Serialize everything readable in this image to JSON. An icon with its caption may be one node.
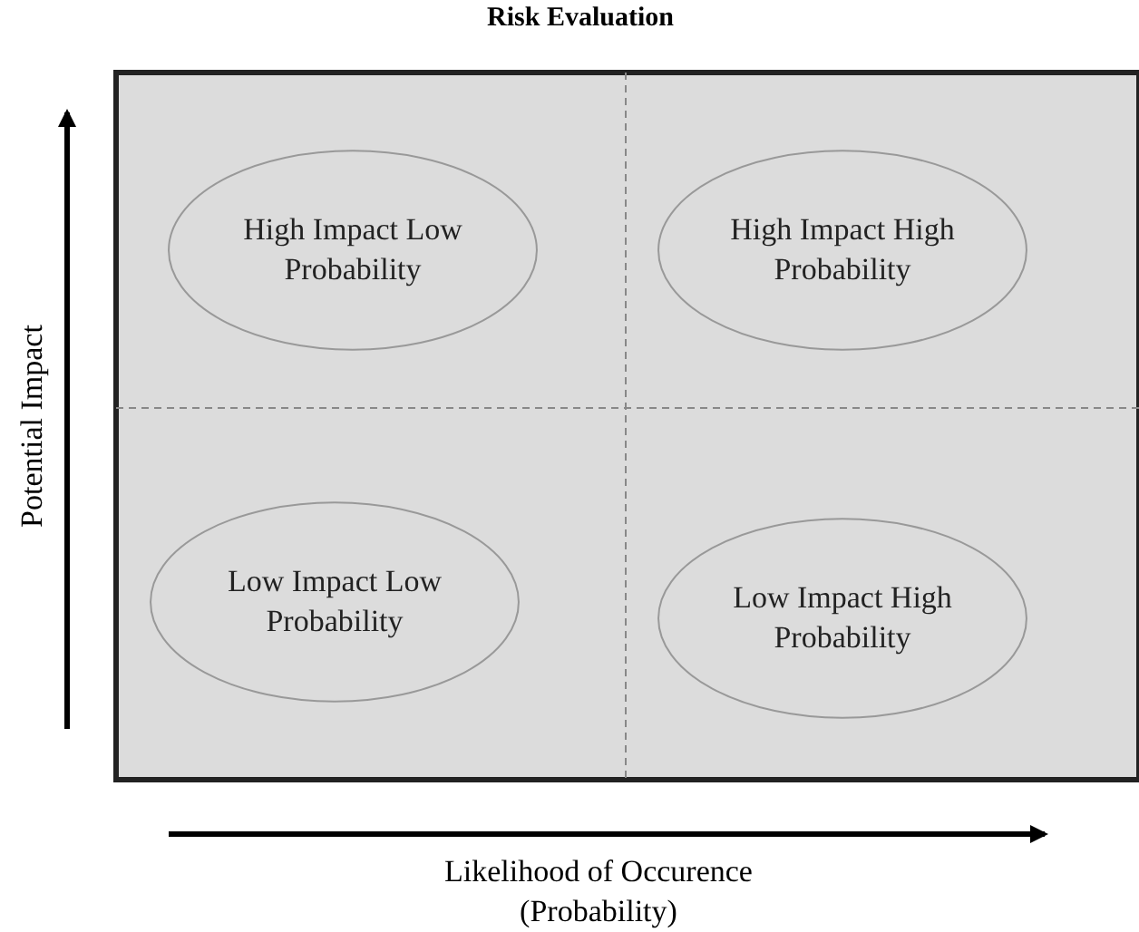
{
  "diagram": {
    "title": "Risk Evaluation",
    "nodes": [
      {
        "text": [
          "High Impact Low Probability"
        ]
      },
      {
        "text": [
          "High Impact High Probability"
        ]
      },
      {
        "text": [
          "Low Impact Low Probability"
        ]
      },
      {
        "text": [
          "Low Impact High Probability"
        ]
      }
    ],
    "edges": [],
    "labels": [
      "Potential Impact",
      "Likelihood of Occurence (Probability)"
    ]
  }
}
